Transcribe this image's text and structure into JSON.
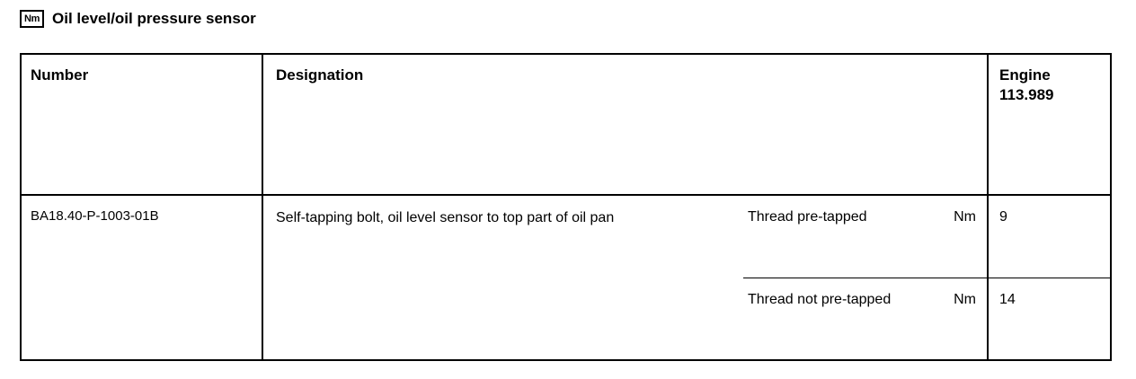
{
  "title": {
    "icon_label": "Nm",
    "icon_name": "nm-torque-icon",
    "text": "Oil level/oil pressure sensor"
  },
  "table": {
    "headers": {
      "number": "Number",
      "designation": "Designation",
      "engine_line1": "Engine",
      "engine_line2": "113.989"
    },
    "rows": [
      {
        "number": "BA18.40-P-1003-01B",
        "designation": "Self-tapping bolt, oil level sensor to top part of oil pan",
        "specs": [
          {
            "label": "Thread pre-tapped",
            "unit": "Nm",
            "value": "9"
          },
          {
            "label": "Thread not pre-tapped",
            "unit": "Nm",
            "value": "14"
          }
        ]
      }
    ]
  },
  "colors": {
    "text": "#000000",
    "background": "#ffffff",
    "border": "#000000"
  }
}
